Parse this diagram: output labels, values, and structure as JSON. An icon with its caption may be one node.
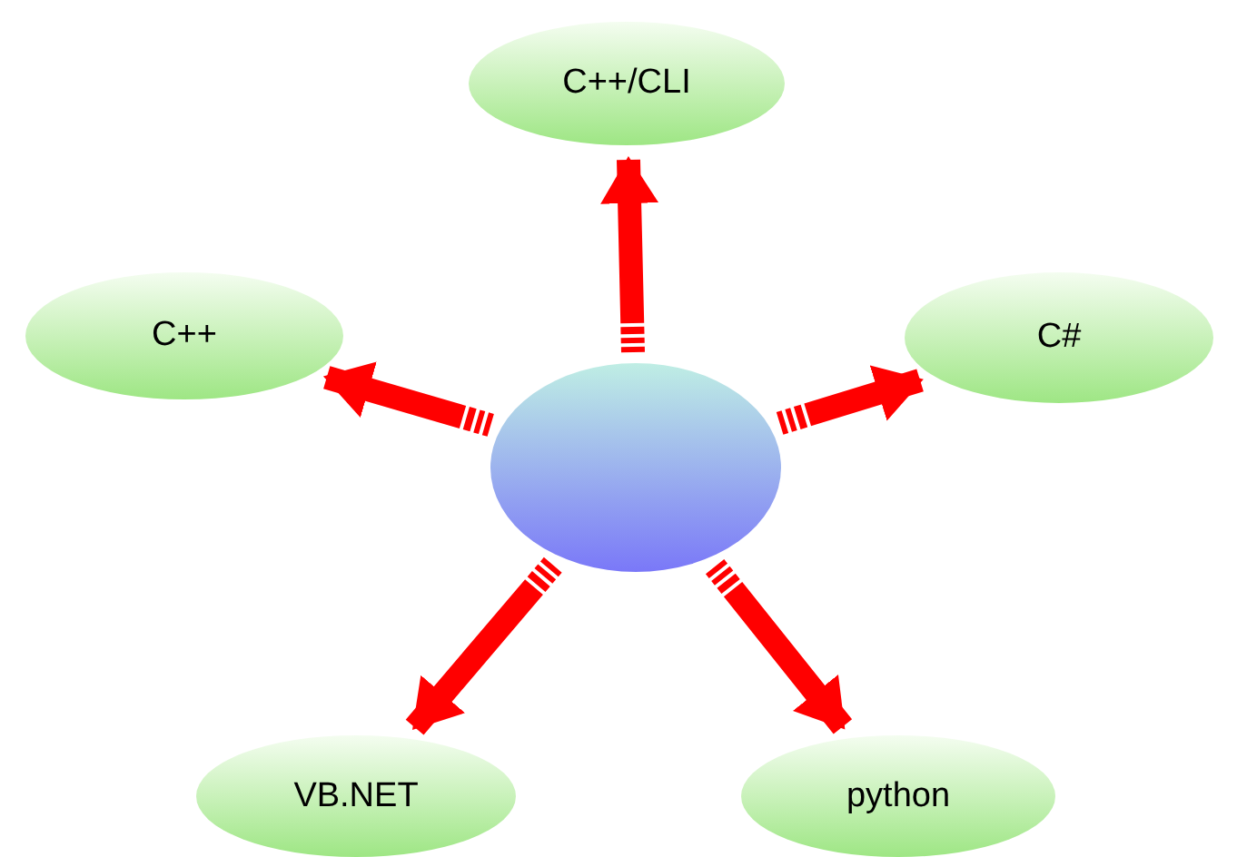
{
  "diagram": {
    "nodes": [
      {
        "text": [
          "C++/CLI"
        ]
      },
      {
        "text": [
          "C++"
        ]
      },
      {
        "text": [
          "C#"
        ]
      },
      {
        "text": [],
        "shape": "ellipse"
      },
      {
        "text": [
          "VB.NET"
        ]
      },
      {
        "text": [
          "python"
        ]
      }
    ],
    "edges": [
      {
        "from": 3,
        "to": 0,
        "arrow": "to"
      },
      {
        "from": 3,
        "to": 1,
        "arrow": "to"
      },
      {
        "from": 3,
        "to": 2,
        "arrow": "to"
      },
      {
        "from": 3,
        "to": 4,
        "arrow": "to"
      },
      {
        "from": 3,
        "to": 5,
        "arrow": "to"
      }
    ]
  }
}
